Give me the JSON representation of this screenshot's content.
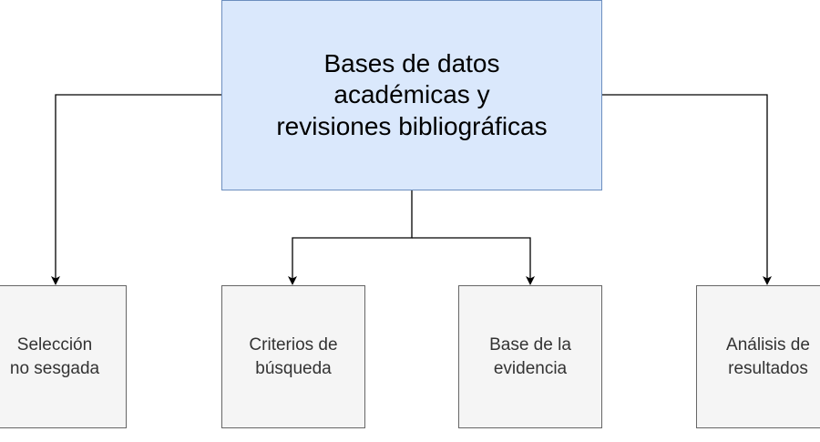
{
  "diagram": {
    "root": {
      "label": "Bases de datos\nacadémicas y\nrevisiones bibliográficas"
    },
    "children": [
      {
        "label": "Selección\nno sesgada"
      },
      {
        "label": "Criterios de\nbúsqueda"
      },
      {
        "label": "Base de la\nevidencia"
      },
      {
        "label": "Análisis de\nresultados"
      }
    ]
  },
  "colors": {
    "root_fill": "#dae8fc",
    "root_stroke": "#6c8ebf",
    "child_fill": "#f5f5f5",
    "child_stroke": "#666666",
    "connector": "#000000"
  }
}
